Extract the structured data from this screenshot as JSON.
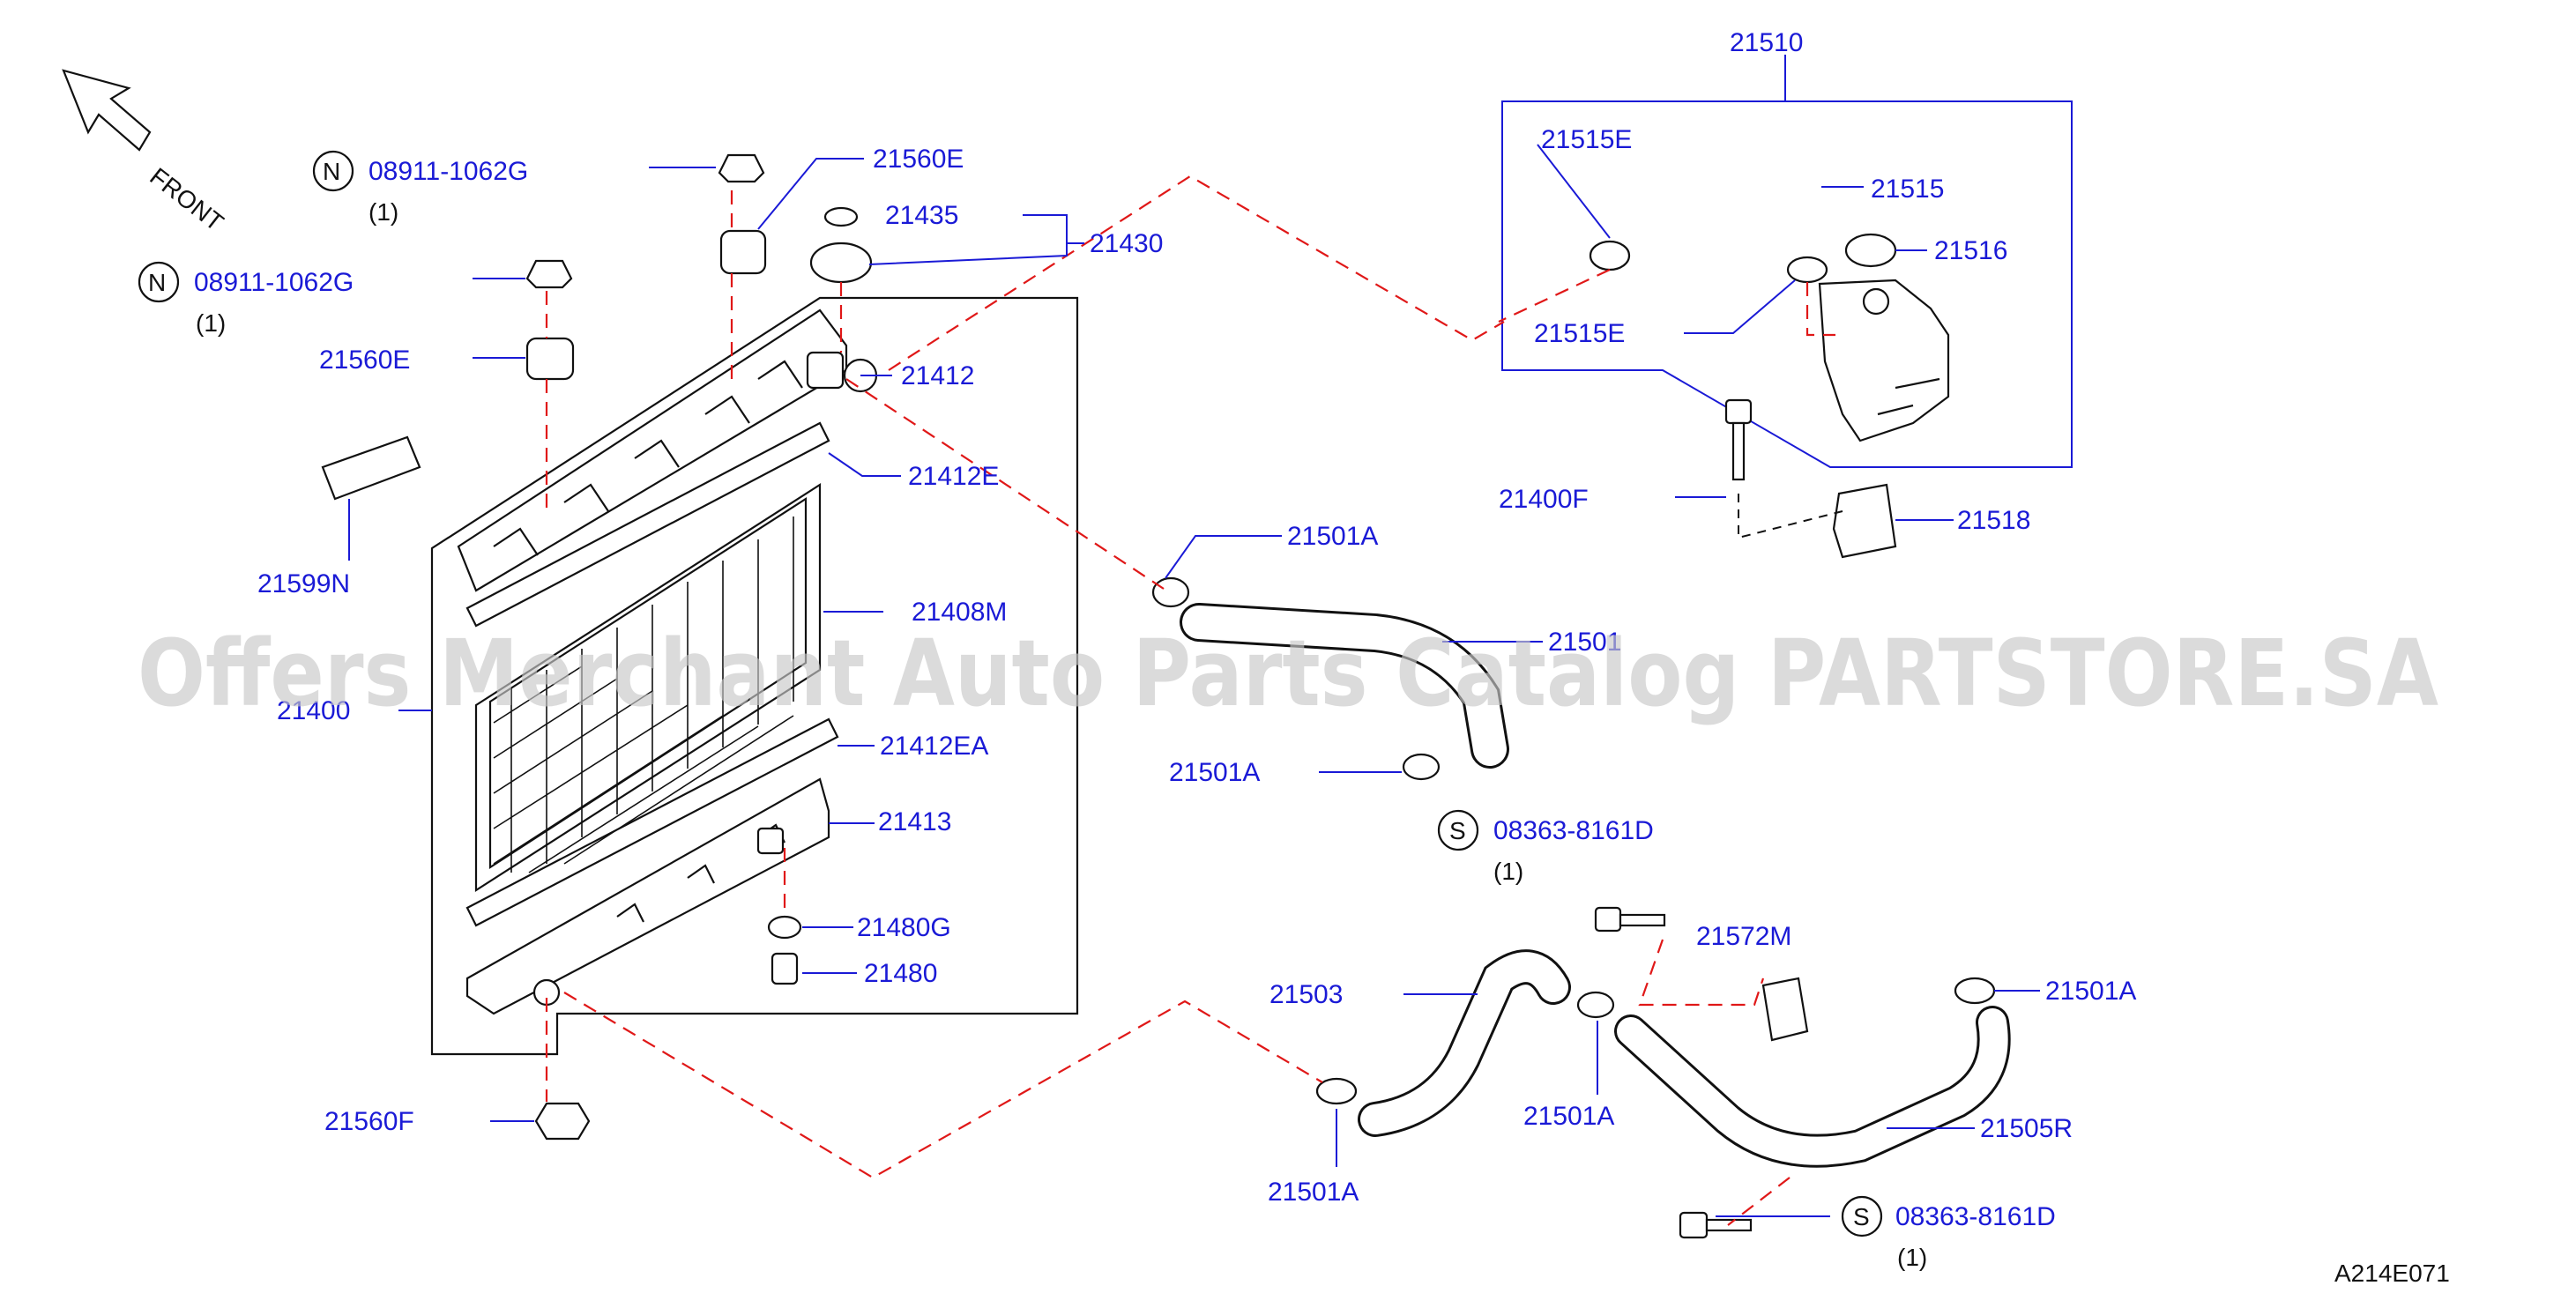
{
  "diagram": {
    "front_label": "FRONT",
    "figure_code": "A214E071",
    "watermark": "Offers Merchant Auto Parts Catalog PARTSTORE.SA",
    "label_color": "#1a1ad6",
    "leader_dash_color": "#e01818",
    "parts": {
      "p21510": "21510",
      "p21515E_a": "21515E",
      "p21515": "21515",
      "p21516": "21516",
      "p21515E_b": "21515E",
      "p21400F": "21400F",
      "p21518": "21518",
      "p08911_a": "08911-1062G",
      "p08911_a_qty": "(1)",
      "p08911_b": "08911-1062G",
      "p08911_b_qty": "(1)",
      "p21560E_a": "21560E",
      "p21435": "21435",
      "p21430": "21430",
      "p21560E_b": "21560E",
      "p21412": "21412",
      "p21412E": "21412E",
      "p21599N": "21599N",
      "p21501A_a": "21501A",
      "p21408M": "21408M",
      "p21501": "21501",
      "p21400": "21400",
      "p21412EA": "21412EA",
      "p21501A_b": "21501A",
      "p21413": "21413",
      "p08363_a": "08363-8161D",
      "p08363_a_qty": "(1)",
      "p21480G": "21480G",
      "p21480": "21480",
      "p21572M": "21572M",
      "p21503": "21503",
      "p21501A_c": "21501A",
      "p21501A_d": "21501A",
      "p21505R": "21505R",
      "p21560F": "21560F",
      "p21501A_e": "21501A",
      "p08363_b": "08363-8161D",
      "p08363_b_qty": "(1)"
    },
    "badges": {
      "n1": "N",
      "n2": "N",
      "s1": "S",
      "s2": "S"
    }
  }
}
